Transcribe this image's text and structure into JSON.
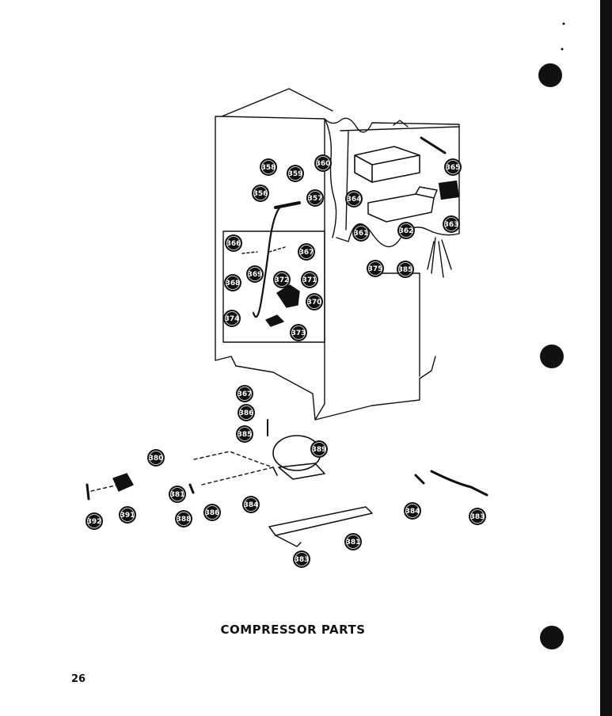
{
  "title": "COMPRESSOR PARTS",
  "page_number": "26",
  "callouts": [
    "358",
    "359",
    "360",
    "356",
    "357",
    "364",
    "365",
    "361",
    "362",
    "363",
    "366",
    "367",
    "369",
    "368",
    "372",
    "371",
    "370",
    "374",
    "373",
    "375",
    "385",
    "367",
    "386",
    "385",
    "380",
    "389",
    "381",
    "392",
    "391",
    "388",
    "386",
    "384",
    "381",
    "383",
    "384",
    "383"
  ]
}
